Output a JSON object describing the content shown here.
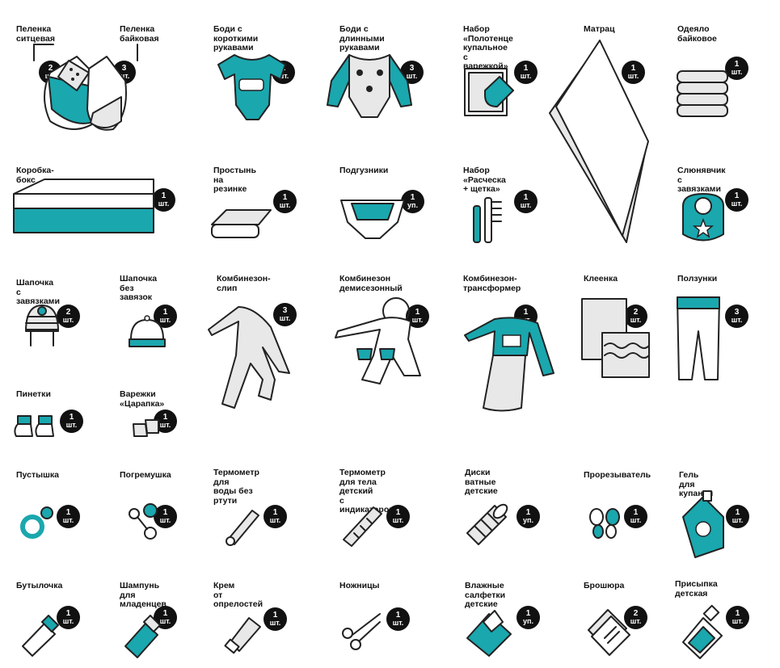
{
  "colors": {
    "accent": "#1aa7ae",
    "badge": "#111111",
    "outline": "#222222",
    "light_gray": "#e8e8e8"
  },
  "items": [
    {
      "id": "pelenka-sitcevaya",
      "label": "Пеленка\nситцевая",
      "qty": "2",
      "unit": "шт.",
      "icon": "swaddle-cloth-icon"
    },
    {
      "id": "pelenka-baikovaya",
      "label": "Пеленка\nбайковая",
      "qty": "3",
      "unit": "шт.",
      "icon": "swaddle-flannel-icon"
    },
    {
      "id": "bodi-korotkie",
      "label": "Боди с короткими\nрукавами",
      "qty": "2",
      "unit": "шт.",
      "icon": "short-sleeve-bodysuit-icon"
    },
    {
      "id": "bodi-dlinnye",
      "label": "Боди с длинными\nрукавами",
      "qty": "3",
      "unit": "шт.",
      "icon": "long-sleeve-bodysuit-icon"
    },
    {
      "id": "nabor-polotence",
      "label": "Набор «Полотенце\nкупальное\nс варежкой»",
      "qty": "1",
      "unit": "шт.",
      "icon": "towel-mitten-icon"
    },
    {
      "id": "matrac",
      "label": "Матрац",
      "qty": "1",
      "unit": "шт.",
      "icon": "mattress-icon"
    },
    {
      "id": "odeyalo",
      "label": "Одеяло\nбайковое",
      "qty": "1",
      "unit": "шт.",
      "icon": "blanket-icon"
    },
    {
      "id": "korobka",
      "label": "Коробка-бокс",
      "qty": "1",
      "unit": "шт.",
      "icon": "box-icon"
    },
    {
      "id": "prostyn",
      "label": "Простынь\nна резинке",
      "qty": "1",
      "unit": "шт.",
      "icon": "fitted-sheet-icon"
    },
    {
      "id": "podguzniki",
      "label": "Подгузники",
      "qty": "1",
      "unit": "уп.",
      "icon": "diaper-icon"
    },
    {
      "id": "nabor-rascheska",
      "label": "Набор\n«Расческа + щетка»",
      "qty": "1",
      "unit": "шт.",
      "icon": "comb-brush-icon"
    },
    {
      "id": "slyunyavchik",
      "label": "Слюнявчик\nс завязками",
      "qty": "1",
      "unit": "шт.",
      "icon": "bib-icon"
    },
    {
      "id": "shapochka-zavyazki",
      "label": "Шапочка\nс завязками",
      "qty": "2",
      "unit": "шт.",
      "icon": "tied-hat-icon"
    },
    {
      "id": "shapochka-bez",
      "label": "Шапочка без\nзавязок",
      "qty": "1",
      "unit": "шт.",
      "icon": "beanie-icon"
    },
    {
      "id": "kombinezon-slip",
      "label": "Комбинезон-\nслип",
      "qty": "3",
      "unit": "шт.",
      "icon": "sleepsuit-icon"
    },
    {
      "id": "kombinezon-demi",
      "label": "Комбинезон\nдемисезонный",
      "qty": "1",
      "unit": "шт.",
      "icon": "demi-season-overall-icon"
    },
    {
      "id": "kombinezon-transformer",
      "label": "Комбинезон-\nтрансформер",
      "qty": "1",
      "unit": "шт.",
      "icon": "transformer-overall-icon"
    },
    {
      "id": "kleenka",
      "label": "Клеенка",
      "qty": "2",
      "unit": "шт.",
      "icon": "oilcloth-icon"
    },
    {
      "id": "polzunki",
      "label": "Ползунки",
      "qty": "3",
      "unit": "шт.",
      "icon": "rompers-icon"
    },
    {
      "id": "pinetki",
      "label": "Пинетки",
      "qty": "1",
      "unit": "шт.",
      "icon": "booties-icon"
    },
    {
      "id": "varezhki",
      "label": "Варежки\n«Царапка»",
      "qty": "1",
      "unit": "шт.",
      "icon": "scratch-mittens-icon"
    },
    {
      "id": "pustyshka",
      "label": "Пустышка",
      "qty": "1",
      "unit": "шт.",
      "icon": "pacifier-icon"
    },
    {
      "id": "pogremushka",
      "label": "Погремушка",
      "qty": "1",
      "unit": "шт.",
      "icon": "rattle-icon"
    },
    {
      "id": "termometr-voda",
      "label": "Термометр для\nводы без ртути",
      "qty": "1",
      "unit": "шт.",
      "icon": "water-thermometer-icon"
    },
    {
      "id": "termometr-telo",
      "label": "Термометр\nдля тела детский\nс индикатором",
      "qty": "1",
      "unit": "шт.",
      "icon": "body-thermometer-icon"
    },
    {
      "id": "diski",
      "label": "Диски ватные\nдетские",
      "qty": "1",
      "unit": "уп.",
      "icon": "cotton-pads-icon"
    },
    {
      "id": "prorezyvatel",
      "label": "Прорезыватель",
      "qty": "1",
      "unit": "шт.",
      "icon": "teether-icon"
    },
    {
      "id": "gel",
      "label": "Гель для купания",
      "qty": "1",
      "unit": "шт.",
      "icon": "bath-gel-icon"
    },
    {
      "id": "butylochka",
      "label": "Бутылочка",
      "qty": "1",
      "unit": "шт.",
      "icon": "bottle-icon"
    },
    {
      "id": "shampun",
      "label": "Шампунь для\nмладенцев",
      "qty": "1",
      "unit": "шт.",
      "icon": "shampoo-icon"
    },
    {
      "id": "krem",
      "label": "Крем\nот опрелостей",
      "qty": "1",
      "unit": "шт.",
      "icon": "cream-tube-icon"
    },
    {
      "id": "nozhnicy",
      "label": "Ножницы",
      "qty": "1",
      "unit": "шт.",
      "icon": "scissors-icon"
    },
    {
      "id": "salfetki",
      "label": "Влажные салфетки\nдетские",
      "qty": "1",
      "unit": "уп.",
      "icon": "wet-wipes-icon"
    },
    {
      "id": "broshyura",
      "label": "Брошюра",
      "qty": "2",
      "unit": "шт.",
      "icon": "brochure-icon"
    },
    {
      "id": "prisypka",
      "label": "Присыпка детская",
      "qty": "1",
      "unit": "шт.",
      "icon": "baby-powder-icon"
    }
  ]
}
